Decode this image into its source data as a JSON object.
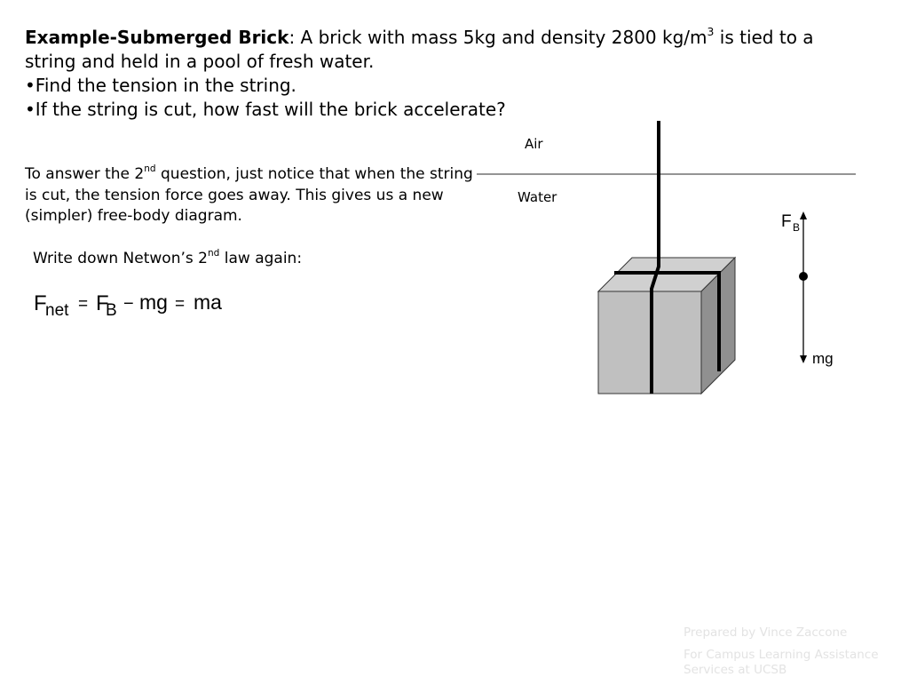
{
  "problem": {
    "title": "Example-Submerged Brick",
    "statement_pre": ":  A brick with mass 5kg and density 2800 kg/m",
    "statement_sup": "3",
    "statement_post": " is tied to a string and held in a pool of fresh water.",
    "bullets": [
      "•Find the tension in the string.",
      "•If the string is cut, how fast will the brick accelerate?"
    ]
  },
  "explanation": {
    "pre": "To answer the 2",
    "sup": "nd",
    "post": " question, just notice that when the string is cut, the tension force goes away. This gives us a new (simpler) free-body diagram."
  },
  "instruction": {
    "pre": "Write down Netwon’s 2",
    "sup": "nd",
    "post": " law again:"
  },
  "equation": {
    "f": "F",
    "net_sub": "net",
    "eq1": "=",
    "fb": "F",
    "b_sub": "B",
    "minus": "−",
    "mg": "mg",
    "eq2": "=",
    "ma": "ma"
  },
  "diagram": {
    "air_label": "Air",
    "water_label": "Water",
    "force_up_label": "F",
    "force_up_sub": "B",
    "force_down_label": "mg",
    "brick_front_color": "#c0c0c0",
    "brick_top_color": "#d0d0d0",
    "brick_side_color": "#909090"
  },
  "footer": {
    "prepared_by": "Prepared by Vince Zaccone",
    "org": "For Campus Learning Assistance Services at UCSB"
  }
}
